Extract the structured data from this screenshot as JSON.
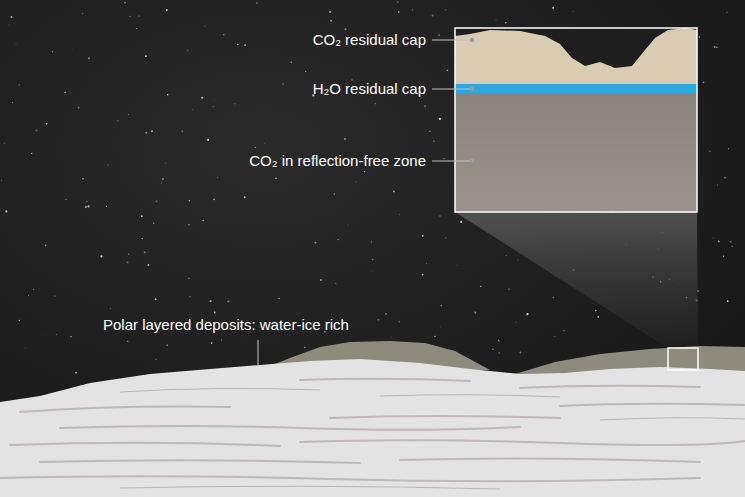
{
  "diagram": {
    "labels": [
      "CO₂ residual cap",
      "H₂O residual cap",
      "CO₂ in reflection-free zone",
      "Polar layered deposits: water-ice rich"
    ]
  }
}
